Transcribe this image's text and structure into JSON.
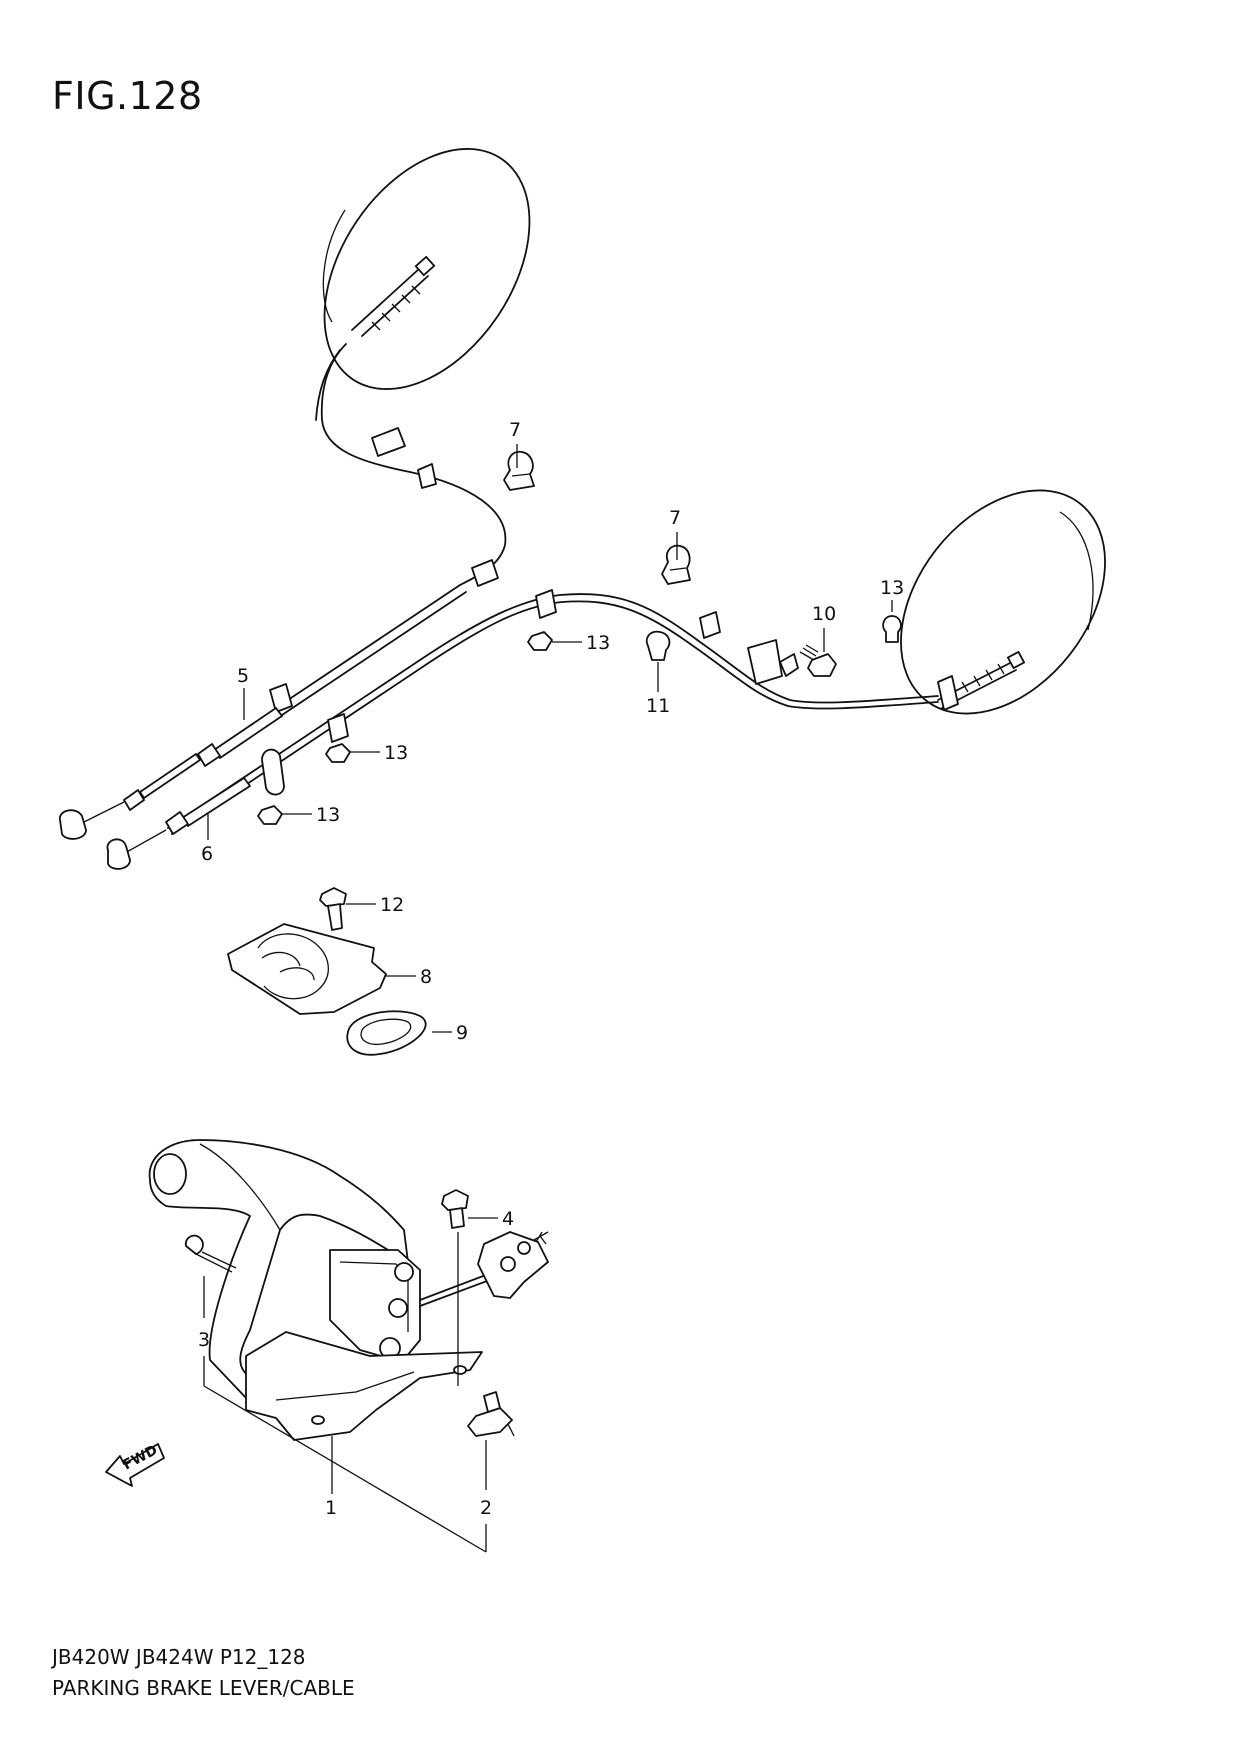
{
  "figure": {
    "title": "FIG.128"
  },
  "footer": {
    "model_code": "JB420W JB424W P12_128",
    "name": "PARKING BRAKE LEVER/CABLE"
  },
  "fwd_label": "FWD",
  "callouts": {
    "c7a": "7",
    "c7b": "7",
    "c13a": "13",
    "c13b": "13",
    "c13c": "13",
    "c13d": "13",
    "c10": "10",
    "c11": "11",
    "c5": "5",
    "c6": "6",
    "c12": "12",
    "c8": "8",
    "c9": "9",
    "c4": "4",
    "c3": "3",
    "c1": "1",
    "c2": "2"
  }
}
